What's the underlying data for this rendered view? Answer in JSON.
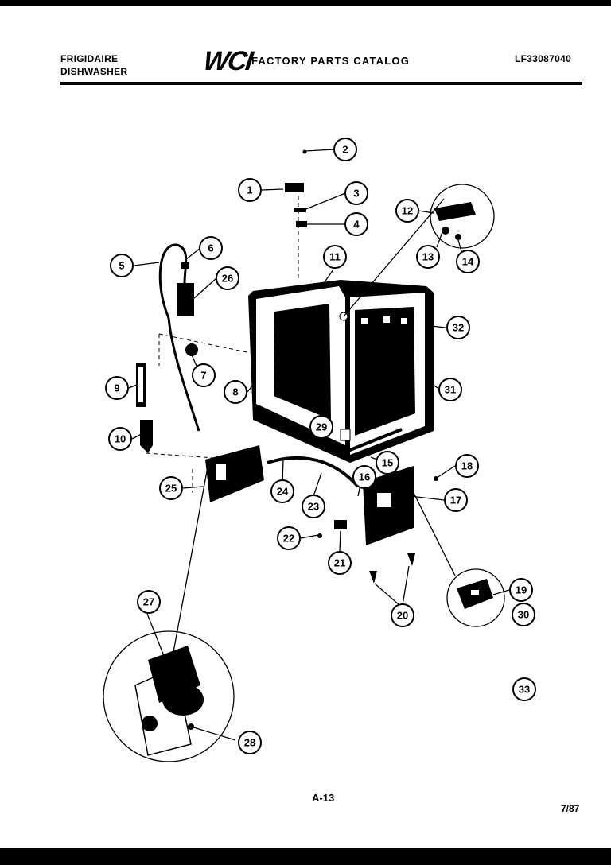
{
  "header": {
    "brand": "FRIGIDAIRE",
    "product": "DISHWASHER",
    "logo": "WCI",
    "catalog_title": "FACTORY PARTS CATALOG",
    "model_code": "LF33087040"
  },
  "footer": {
    "page_number": "A-13",
    "date": "7/87"
  },
  "callouts": [
    "1",
    "2",
    "3",
    "4",
    "5",
    "6",
    "26",
    "7",
    "8",
    "9",
    "10",
    "11",
    "12",
    "13",
    "14",
    "32",
    "31",
    "29",
    "15",
    "16",
    "18",
    "17",
    "24",
    "23",
    "25",
    "22",
    "21",
    "20",
    "19",
    "30",
    "27",
    "28",
    "33"
  ]
}
